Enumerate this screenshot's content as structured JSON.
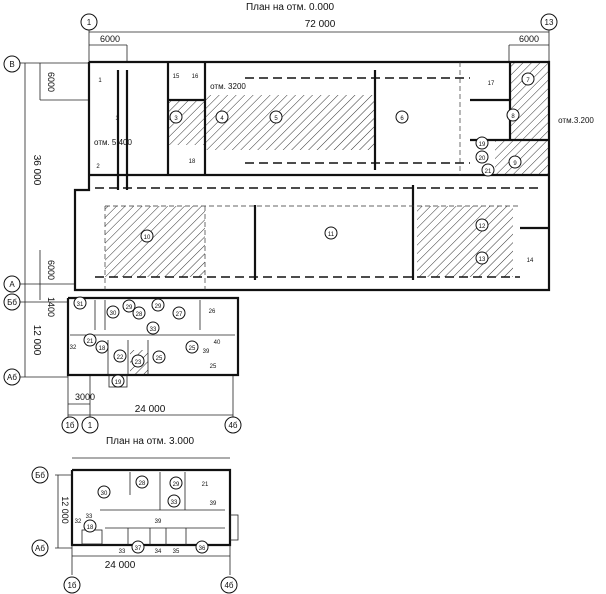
{
  "plan_ground": {
    "title": "План на отм. 0.000",
    "dims": {
      "total_width": "72 000",
      "bay_left": "6000",
      "bay_right": "6000",
      "bay_v_top": "6000",
      "total_height": "36 000",
      "bay_v_bottom": "6000",
      "annex_gap": "1400",
      "annex_height": "12 000",
      "annex_offset": "3000",
      "annex_width": "24 000"
    },
    "axes": {
      "a1": "1",
      "a13": "13",
      "aV": "В",
      "aA": "А",
      "aBb": "Бб",
      "aAb": "Аб",
      "a1b": "1б",
      "a1c": "1",
      "a4b": "4б"
    },
    "elevations": {
      "e1": "отм. 3200",
      "e2": "отм. 5.400",
      "e3": "отм.3.200"
    },
    "rooms": [
      "1",
      "1",
      "2",
      "3",
      "4",
      "5",
      "6",
      "7",
      "8",
      "9",
      "10",
      "11",
      "12",
      "13",
      "14",
      "15",
      "16",
      "17",
      "18",
      "19",
      "20",
      "21"
    ],
    "annex_rooms": [
      "31",
      "30",
      "29",
      "28",
      "29",
      "27",
      "26",
      "33",
      "32",
      "21",
      "18",
      "22",
      "23",
      "25",
      "25",
      "39",
      "40",
      "25",
      "19"
    ]
  },
  "plan_upper": {
    "title": "План на отм. 3.000",
    "dims": {
      "height": "12 000",
      "width": "24 000"
    },
    "axes": {
      "aBb": "Бб",
      "aAb": "Аб",
      "a1b": "1б",
      "a4b": "4б"
    },
    "rooms": [
      "30",
      "28",
      "29",
      "33",
      "21",
      "39",
      "32",
      "33",
      "18",
      "39",
      "33",
      "37",
      "34",
      "35",
      "36"
    ]
  }
}
